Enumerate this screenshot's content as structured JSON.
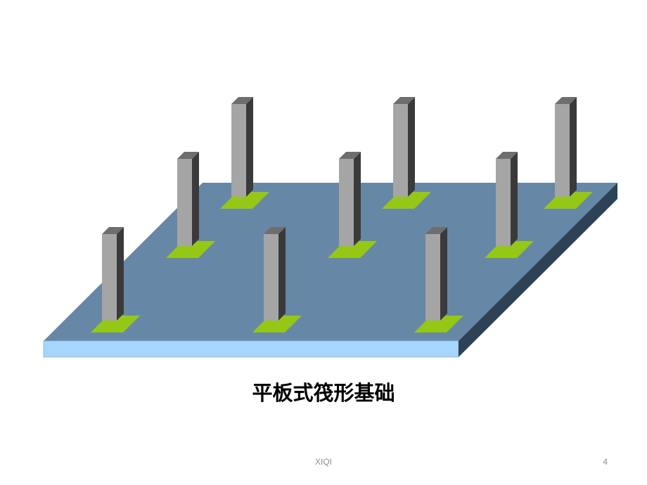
{
  "slide": {
    "caption": "平板式筏形基础",
    "footer": "XIQI",
    "page_number": "4"
  },
  "colors": {
    "slab_top": "#6787a7",
    "slab_front": "#a6d6fb",
    "slab_side": "#2e4257",
    "column_front": "#a5a5a5",
    "column_side": "#3a3a3a",
    "column_top": "#6e6e6e",
    "footing": "#95c816"
  },
  "columns": {
    "rows": 3,
    "per_row": 3,
    "count": 9
  }
}
